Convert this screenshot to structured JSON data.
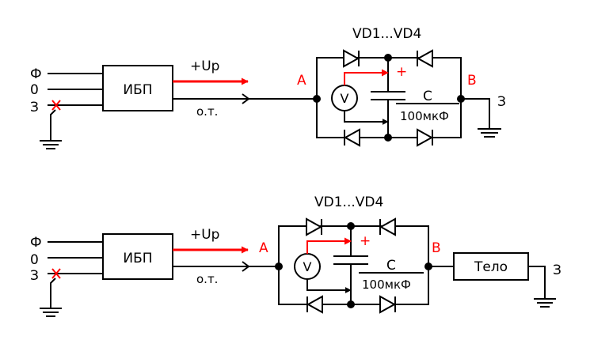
{
  "colors": {
    "wire": "#000000",
    "accent": "#ff0000"
  },
  "circuits": [
    {
      "inputs": [
        "Ф",
        "0",
        "З"
      ],
      "ups_label": "ИБП",
      "positive_label": "+Uр",
      "return_label": "о.т.",
      "node_a": "А",
      "node_b": "В",
      "bridge_label": "VD1...VD4",
      "voltmeter": "V",
      "cap_label": "С",
      "cap_value": "100мкФ",
      "cap_plus": "+",
      "ground_label": "З"
    },
    {
      "inputs": [
        "Ф",
        "0",
        "З"
      ],
      "ups_label": "ИБП",
      "positive_label": "+Uр",
      "return_label": "о.т.",
      "node_a": "А",
      "node_b": "В",
      "bridge_label": "VD1...VD4",
      "voltmeter": "V",
      "cap_label": "С",
      "cap_value": "100мкФ",
      "cap_plus": "+",
      "body_label": "Тело",
      "ground_label": "З"
    }
  ]
}
